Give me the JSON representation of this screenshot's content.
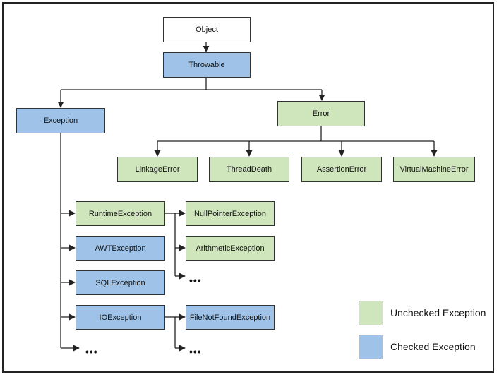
{
  "colors": {
    "checked": "#9fc3e8",
    "unchecked": "#cfe6bd",
    "plain": "#ffffff",
    "line": "#222222"
  },
  "nodes": {
    "object": "Object",
    "throwable": "Throwable",
    "exception": "Exception",
    "error": "Error",
    "linkage_error": "LinkageError",
    "thread_death": "ThreadDeath",
    "assertion_error": "AssertionError",
    "virtual_machine_error": "VirtualMachineError",
    "runtime_exception": "RuntimeException",
    "awt_exception": "AWTException",
    "sql_exception": "SQLException",
    "io_exception": "IOException",
    "null_pointer_exception": "NullPointerException",
    "arithmetic_exception": "ArithmeticException",
    "file_not_found_exception": "FileNotFoundException"
  },
  "ellipsis": "•••",
  "legend": {
    "unchecked": "Unchecked Exception",
    "checked": "Checked Exception"
  }
}
